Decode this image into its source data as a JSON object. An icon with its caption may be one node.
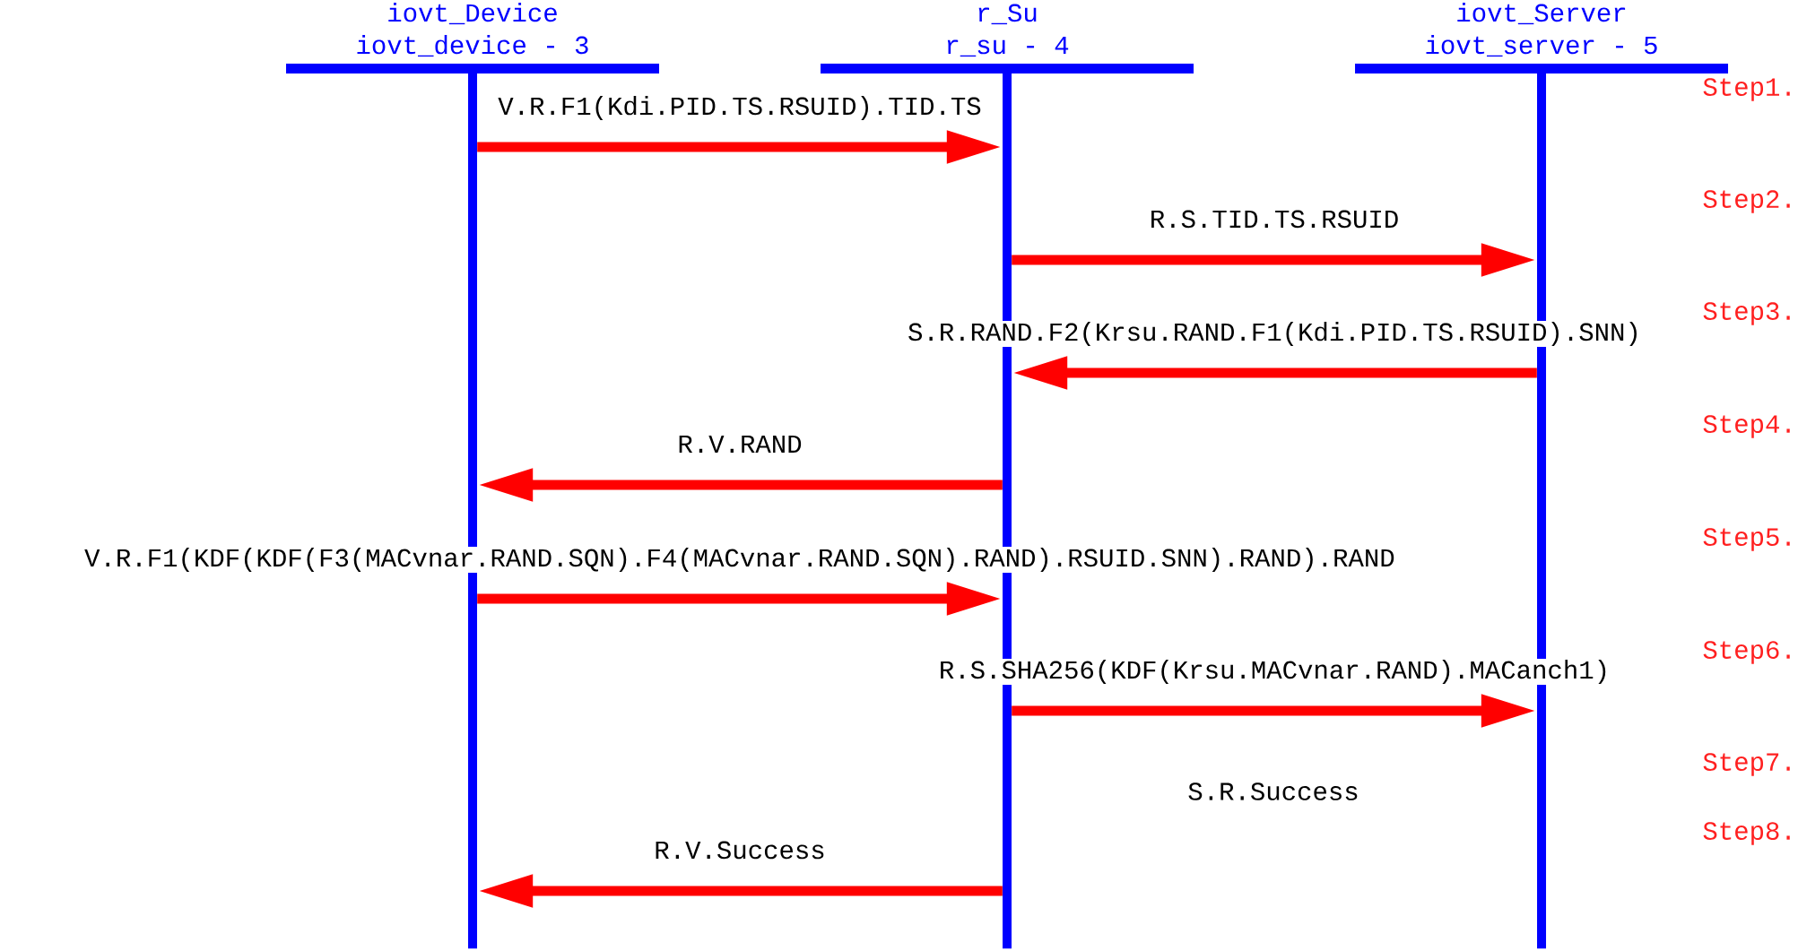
{
  "diagram": {
    "nodes": [
      {
        "text": [
          "iovt_Device",
          "iovt_device - 3"
        ]
      },
      {
        "text": [
          "r_Su",
          "r_su - 4"
        ]
      },
      {
        "text": [
          "iovt_Server",
          "iovt_server - 5"
        ]
      }
    ],
    "edges": [
      {
        "from": 0,
        "to": 1,
        "arrow": "to",
        "label": "V.R.F1(Kdi.PID.TS.RSUID).TID.TS"
      },
      {
        "from": 1,
        "to": 2,
        "arrow": "to",
        "label": "R.S.TID.TS.RSUID"
      },
      {
        "from": 2,
        "to": 1,
        "arrow": "to",
        "label": "S.R.RAND.F2(Krsu.RAND.F1(Kdi.PID.TS.RSUID).SNN)"
      },
      {
        "from": 1,
        "to": 0,
        "arrow": "to",
        "label": "R.V.RAND"
      },
      {
        "from": 0,
        "to": 1,
        "arrow": "to",
        "label": "V.R.F1(KDF(KDF(F3(MACvnar.RAND.SQN).F4(MACvnar.RAND.SQN).RAND).RSUID.SNN).RAND).RAND"
      },
      {
        "from": 1,
        "to": 2,
        "arrow": "to",
        "label": "R.S.SHA256(KDF(Krsu.MACvnar.RAND).MACanch1)"
      },
      {
        "from": 1,
        "to": 0,
        "arrow": "to",
        "label": "R.V.Success"
      }
    ],
    "labels": [
      "Step1.",
      "Step2.",
      "Step3.",
      "Step4.",
      "Step5.",
      "Step6.",
      "Step7.",
      "S.R.Success",
      "Step8."
    ]
  }
}
